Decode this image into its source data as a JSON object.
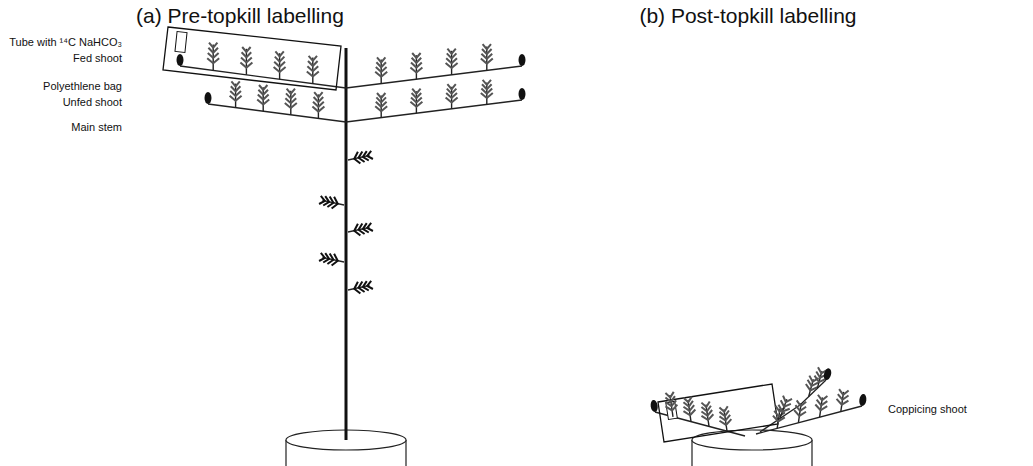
{
  "diagram": {
    "labels": [
      "(a) Pre-topkill labelling",
      "(b) Post-topkill labelling",
      "Tube with ¹⁴C NaHCO₃",
      "Fed shoot",
      "Polyethlene bag",
      "Unfed shoot",
      "Main stem",
      "Coppicing shoot"
    ]
  }
}
